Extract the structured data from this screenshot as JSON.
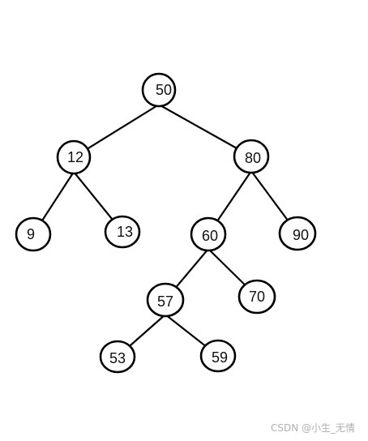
{
  "tree": {
    "nodes": [
      {
        "id": "n50",
        "label": "50"
      },
      {
        "id": "n12",
        "label": "12"
      },
      {
        "id": "n80",
        "label": "80"
      },
      {
        "id": "n9",
        "label": "9"
      },
      {
        "id": "n13",
        "label": "13"
      },
      {
        "id": "n60",
        "label": "60"
      },
      {
        "id": "n90",
        "label": "90"
      },
      {
        "id": "n57",
        "label": "57"
      },
      {
        "id": "n70",
        "label": "70"
      },
      {
        "id": "n53",
        "label": "53"
      },
      {
        "id": "n59",
        "label": "59"
      }
    ],
    "edges": [
      [
        "n50",
        "n12"
      ],
      [
        "n50",
        "n80"
      ],
      [
        "n12",
        "n9"
      ],
      [
        "n12",
        "n13"
      ],
      [
        "n80",
        "n60"
      ],
      [
        "n80",
        "n90"
      ],
      [
        "n60",
        "n57"
      ],
      [
        "n60",
        "n70"
      ],
      [
        "n57",
        "n53"
      ],
      [
        "n57",
        "n59"
      ]
    ]
  },
  "watermark": "CSDN @小生_无情"
}
